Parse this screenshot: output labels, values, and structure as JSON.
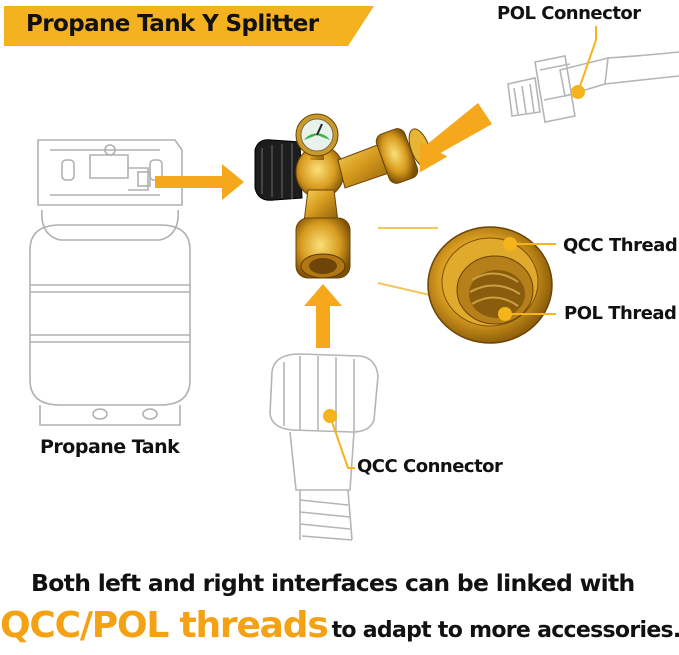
{
  "title": "Propane Tank Y Splitter",
  "labels": {
    "pol_connector": "POL Connector",
    "qcc_thread": "QCC Thread",
    "pol_thread": "POL Thread",
    "propane_tank": "Propane Tank",
    "qcc_connector": "QCC Connector"
  },
  "caption": {
    "line1": "Both left and right interfaces can be linked with",
    "highlight": "QCC/POL threads",
    "line2_rest": "to adapt to more accessories."
  },
  "colors": {
    "accent": "#f4b221",
    "highlight_text": "#f4a214",
    "brass": "#d9a92a",
    "outline": "#b8b8b8"
  }
}
